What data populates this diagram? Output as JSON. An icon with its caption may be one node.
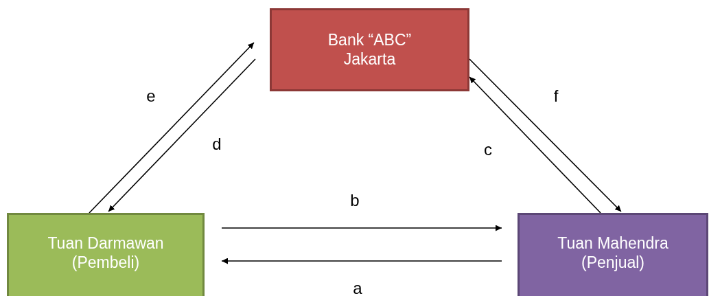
{
  "diagram": {
    "nodes": [
      {
        "text": [
          "Bank “ABC” Jakarta"
        ]
      },
      {
        "text": [
          "Tuan Darmawan (Pembeli)"
        ]
      },
      {
        "text": [
          "Tuan Mahendra (Penjual)"
        ]
      }
    ],
    "edges": [
      {
        "from": 1,
        "to": 0,
        "arrow": "to",
        "label": "e"
      },
      {
        "from": 0,
        "to": 1,
        "arrow": "to",
        "label": "d"
      },
      {
        "from": 1,
        "to": 2,
        "arrow": "to",
        "label": "b"
      },
      {
        "from": 2,
        "to": 1,
        "arrow": "to",
        "label": "a"
      },
      {
        "from": 2,
        "to": 0,
        "arrow": "to",
        "label": "c"
      },
      {
        "from": 0,
        "to": 2,
        "arrow": "to",
        "label": "f"
      }
    ]
  }
}
